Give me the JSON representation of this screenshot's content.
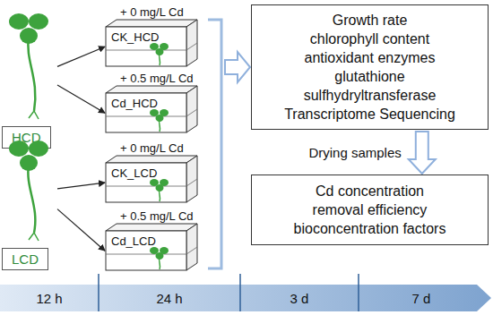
{
  "diagram": {
    "nodes": [
      {
        "text": [
          "HCD"
        ]
      },
      {
        "text": [
          "+ 0 mg/L Cd",
          "CK_HCD"
        ]
      },
      {
        "text": [
          "+ 0.5 mg/L Cd",
          "Cd_HCD"
        ]
      },
      {
        "text": [
          "LCD"
        ]
      },
      {
        "text": [
          "+ 0 mg/L Cd",
          "CK_LCD"
        ]
      },
      {
        "text": [
          "+ 0.5 mg/L Cd",
          "Cd_LCD"
        ]
      },
      {
        "text": [
          "Growth rate",
          "chlorophyll content",
          "antioxidant enzymes",
          "glutathione",
          "sulfhydryltransferase",
          "Transcriptome Sequencing"
        ]
      },
      {
        "text": [
          "Cd concentration",
          "removal efficiency",
          "bioconcentration factors"
        ]
      }
    ],
    "edges": [
      {
        "from": 0,
        "to": 1,
        "arrow": "to"
      },
      {
        "from": 0,
        "to": 2,
        "arrow": "to"
      },
      {
        "from": 3,
        "to": 4,
        "arrow": "to"
      },
      {
        "from": 3,
        "to": 5,
        "arrow": "to"
      },
      {
        "from": 6,
        "to": 7,
        "arrow": "to",
        "label": "Drying samples"
      }
    ],
    "labels": [
      "12 h",
      "24 h",
      "3 d",
      "7 d"
    ]
  }
}
